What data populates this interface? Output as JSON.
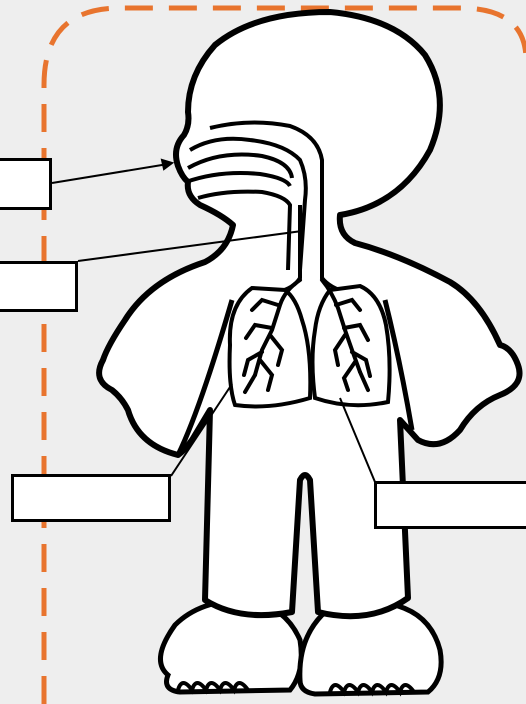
{
  "worksheet": {
    "border_color": "#E8742E",
    "line_color": "#000000",
    "body_fill": "#FFFFFF",
    "background": "#EEEEEE"
  },
  "labels": [
    {
      "id": "nose-mouth",
      "text": ""
    },
    {
      "id": "trachea",
      "text": ""
    },
    {
      "id": "bronchi",
      "text": ""
    },
    {
      "id": "lungs",
      "text": ""
    }
  ]
}
